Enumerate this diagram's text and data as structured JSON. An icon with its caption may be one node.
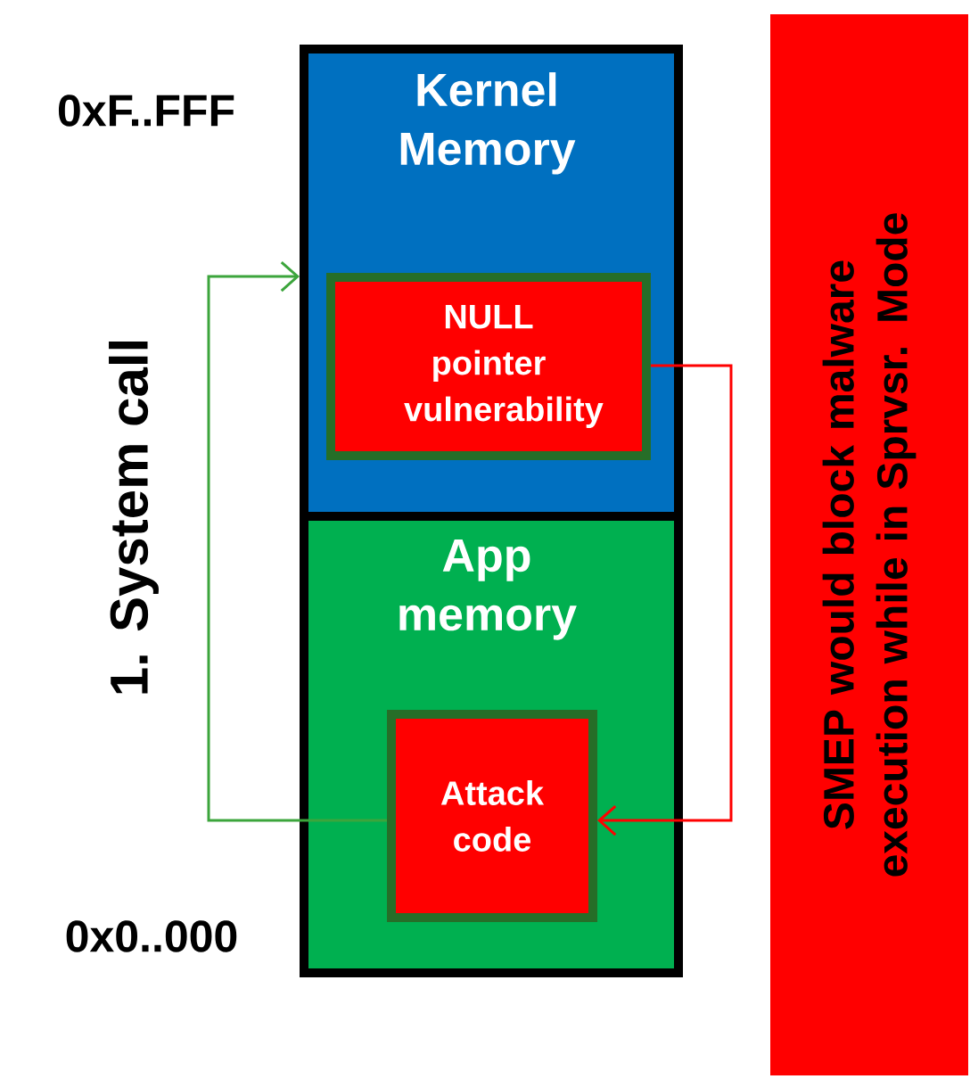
{
  "diagram": {
    "nodes": [
      {
        "text": [
          "Kernel Memory"
        ]
      },
      {
        "text": [
          "NULL pointer vulnerability"
        ],
        "in": 0
      },
      {
        "text": [
          "App memory"
        ]
      },
      {
        "text": [
          "Attack code"
        ],
        "in": 2
      },
      {
        "text": [
          "SMEP would block malware execution while in Sprvsr. Mode"
        ]
      }
    ],
    "edges": [
      {
        "from": 3,
        "to": 0,
        "arrow": "to",
        "label": "1. System call",
        "color": "#3ca53c"
      },
      {
        "from": 1,
        "to": 3,
        "arrow": "to",
        "color": "#ff0000"
      }
    ],
    "labels": [
      "0xF..FFF",
      "0x0..000"
    ]
  }
}
